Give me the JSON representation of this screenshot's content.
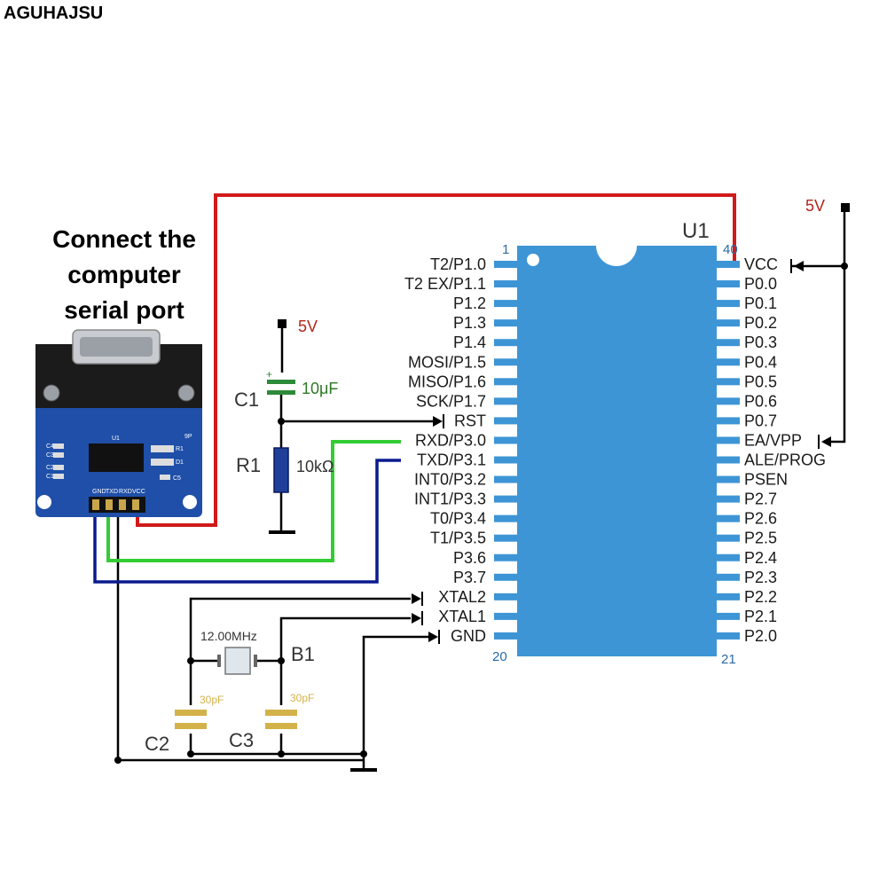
{
  "brand": "AGUHAJSU",
  "caption": {
    "line1": "Connect the",
    "line2": "computer",
    "line3": "serial port"
  },
  "chip": {
    "name": "U1",
    "pin1": "1",
    "pin20": "20",
    "pin21": "21",
    "pin40": "40",
    "left_pins": [
      "T2/P1.0",
      "T2 EX/P1.1",
      "P1.2",
      "P1.3",
      "P1.4",
      "MOSI/P1.5",
      "MISO/P1.6",
      "SCK/P1.7",
      "RST",
      "RXD/P3.0",
      "TXD/P3.1",
      "INT0/P3.2",
      "INT1/P3.3",
      "T0/P3.4",
      "T1/P3.5",
      "P3.6",
      "P3.7",
      "XTAL2",
      "XTAL1",
      "GND"
    ],
    "right_pins": [
      "VCC",
      "P0.0",
      "P0.1",
      "P0.2",
      "P0.3",
      "P0.4",
      "P0.5",
      "P0.6",
      "P0.7",
      "EA/VPP",
      "ALE/PROG",
      "PSEN",
      "P2.7",
      "P2.6",
      "P2.5",
      "P2.4",
      "P2.3",
      "P2.2",
      "P2.1",
      "P2.0"
    ],
    "color": "#3d95d6"
  },
  "power": {
    "right_label": "5V",
    "left_label": "5V"
  },
  "components": {
    "c1_name": "C1",
    "c1_value": "10μF",
    "r1_name": "R1",
    "r1_value": "10kΩ",
    "crystal_freq": "12.00MHz",
    "crystal_name": "B1",
    "c2_name": "C2",
    "c3_name": "C3",
    "c2_value": "30pF",
    "c3_value": "30pF"
  },
  "module": {
    "label_9p": "9P",
    "ic_label": "U1",
    "pins": [
      "GND",
      "TXD",
      "RXD",
      "VCC"
    ],
    "parts": [
      "C4",
      "C3",
      "C2",
      "C1",
      "R1",
      "D1",
      "C5"
    ],
    "color": "#1f4fa8"
  },
  "wire_colors": {
    "vcc": "#d11a1a",
    "rxd": "#33cc33",
    "txd": "#0a1a8f",
    "gnd": "#000000"
  }
}
